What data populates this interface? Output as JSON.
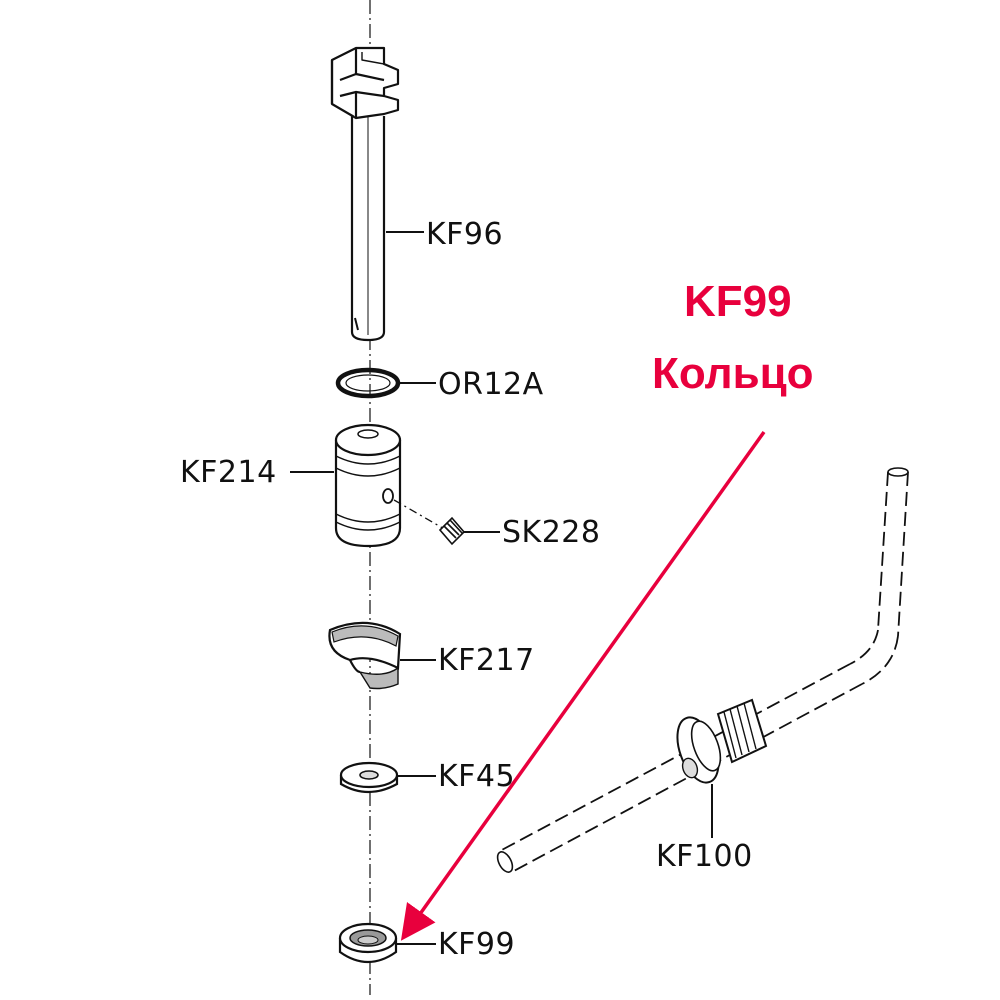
{
  "callout": {
    "part_number": "KF99",
    "part_name": "Кольцо",
    "color": "#e8003d"
  },
  "labels": {
    "kf96": "KF96",
    "or12a": "OR12A",
    "kf214": "KF214",
    "sk228": "SK228",
    "kf217": "KF217",
    "kf45": "KF45",
    "kf99": "KF99",
    "kf100": "KF100"
  }
}
